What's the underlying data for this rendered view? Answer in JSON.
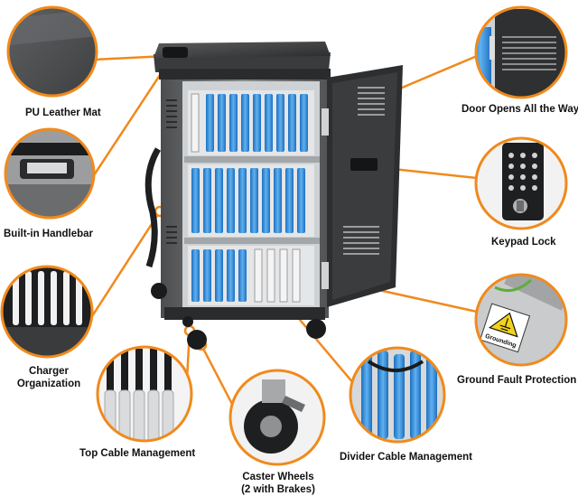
{
  "colors": {
    "accent": "#f08a1c",
    "cart_body": "#6e7072",
    "cart_dark": "#2f3133",
    "tablet_blue": "#2f8fd8",
    "frame_gray": "#b9bcbe"
  },
  "features": [
    {
      "id": "pu-leather-mat",
      "label": "PU Leather  Mat"
    },
    {
      "id": "built-in-handlebar",
      "label": "Built-in Handlebar"
    },
    {
      "id": "charger-organization",
      "line1": "Charger",
      "line2": "Organization"
    },
    {
      "id": "top-cable-management",
      "label": "Top Cable Management"
    },
    {
      "id": "caster-wheels",
      "line1": "Caster Wheels",
      "line2": "(2 with Brakes)"
    },
    {
      "id": "divider-cable-management",
      "label": "Divider Cable Management"
    },
    {
      "id": "ground-fault-protection",
      "label": "Ground Fault Protection"
    },
    {
      "id": "keypad-lock",
      "label": "Keypad Lock"
    },
    {
      "id": "door-opens-all-the-way",
      "label": "Door Opens All the Way"
    }
  ],
  "ground_sign_text": "Grounding"
}
